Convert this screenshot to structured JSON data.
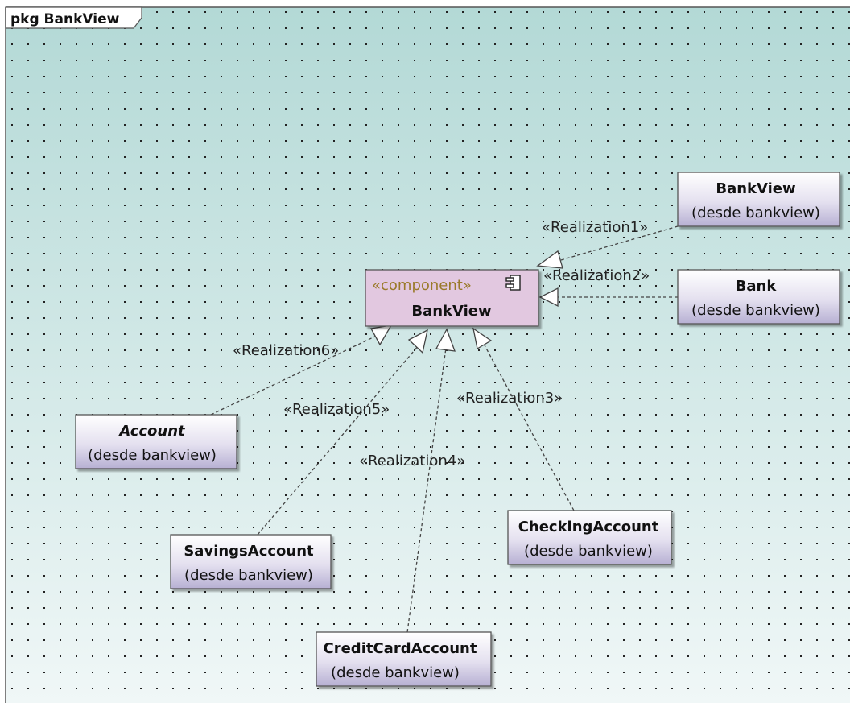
{
  "package": {
    "title": "pkg BankView"
  },
  "component": {
    "stereotype": "«component»",
    "name": "BankView",
    "icon": "component-icon"
  },
  "classes": [
    {
      "id": "bankview",
      "name": "BankView",
      "sub": "(desde bankview)",
      "italic": false
    },
    {
      "id": "bank",
      "name": "Bank",
      "sub": "(desde bankview)",
      "italic": false
    },
    {
      "id": "account",
      "name": "Account",
      "sub": "(desde bankview)",
      "italic": true
    },
    {
      "id": "savings",
      "name": "SavingsAccount",
      "sub": "(desde bankview)",
      "italic": false
    },
    {
      "id": "creditcard",
      "name": "CreditCardAccount",
      "sub": "(desde bankview)",
      "italic": false
    },
    {
      "id": "checking",
      "name": "CheckingAccount",
      "sub": "(desde bankview)",
      "italic": false
    }
  ],
  "realizations": [
    {
      "label": "«Realization1»",
      "source": "bankview"
    },
    {
      "label": "«Realization2»",
      "source": "bank"
    },
    {
      "label": "«Realization3»",
      "source": "checking"
    },
    {
      "label": "«Realization4»",
      "source": "creditcard"
    },
    {
      "label": "«Realization5»",
      "source": "savings"
    },
    {
      "label": "«Realization6»",
      "source": "account"
    }
  ],
  "colors": {
    "background_top": "#b7dbd8",
    "background_bottom": "#eef6f6",
    "component_fill": "#e2c8e0",
    "class_fill_top": "#ffffff",
    "class_fill_bottom": "#bdb6d6",
    "stereotype_text": "#9a7a2a"
  }
}
